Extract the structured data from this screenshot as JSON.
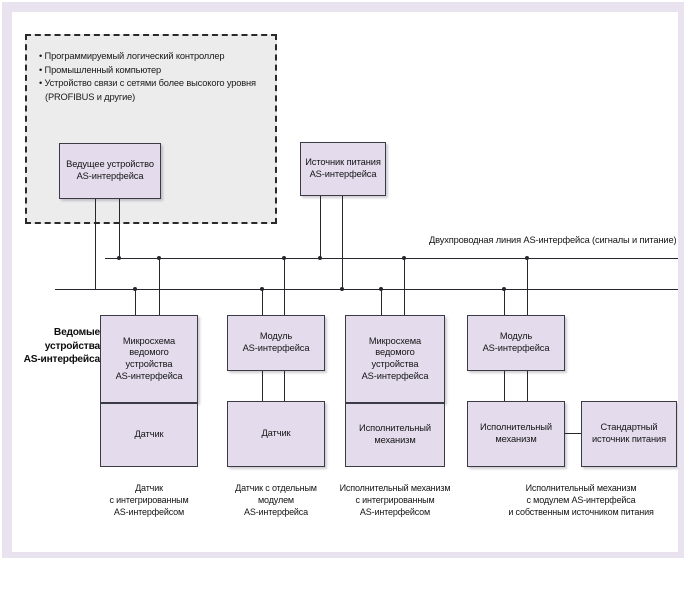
{
  "diagram": {
    "title_text": "AS-Interface network structure diagram",
    "host_box": {
      "bullets": [
        "• Программируемый логический контроллер",
        "• Промышленный компьютер",
        "• Устройство связи с сетями более высокого уровня"
      ],
      "bullet_continuation": "(PROFIBUS и другие)"
    },
    "master_box": {
      "line1": "Ведущее устройство",
      "line2": "AS-интерфейса"
    },
    "power_box": {
      "line1": "Источник питания",
      "line2": "AS-интерфейса"
    },
    "bus_label": "Двухпроводная линия AS-интерфейса (сигналы и питание)",
    "slaves_side_label": {
      "line1": "Ведомые",
      "line2": "устройства",
      "line3": "AS-интерфейса"
    },
    "columns": [
      {
        "top_box": {
          "line1": "Микросхема",
          "line2": "ведомого",
          "line3": "устройства",
          "line4": "AS-интерфейса"
        },
        "bottom_box": {
          "line1": "Датчик"
        },
        "caption": {
          "line1": "Датчик",
          "line2": "с интегрированным",
          "line3": "AS-интерфейсом"
        }
      },
      {
        "top_box": {
          "line1": "Модуль",
          "line2": "AS-интерфейса"
        },
        "bottom_box": {
          "line1": "Датчик"
        },
        "caption": {
          "line1": "Датчик с отдельным",
          "line2": "модулем",
          "line3": "AS-интерфейса"
        }
      },
      {
        "top_box": {
          "line1": "Микросхема",
          "line2": "ведомого",
          "line3": "устройства",
          "line4": "AS-интерфейса"
        },
        "bottom_box": {
          "line1": "Исполнительный",
          "line2": "механизм"
        },
        "caption": {
          "line1": "Исполнительный механизм",
          "line2": "с интегрированным",
          "line3": "AS-интерфейсом"
        }
      },
      {
        "top_box": {
          "line1": "Модуль",
          "line2": "AS-интерфейса"
        },
        "bottom_box": {
          "line1": "Исполнительный",
          "line2": "механизм"
        },
        "side_box": {
          "line1": "Стандартный",
          "line2": "источник питания"
        },
        "caption": {
          "line1": "Исполнительный механизм",
          "line2": "с модулем AS-интерфейса",
          "line3": "и собственным источником питания"
        }
      }
    ],
    "colors": {
      "box_fill": "#e4dced",
      "box_border": "#3b3b46",
      "host_fill": "#ececed",
      "host_border": "#2a2a2a",
      "wire": "#26262c",
      "frame": "#e9e2ef",
      "page_bg": "#ffffff"
    }
  }
}
